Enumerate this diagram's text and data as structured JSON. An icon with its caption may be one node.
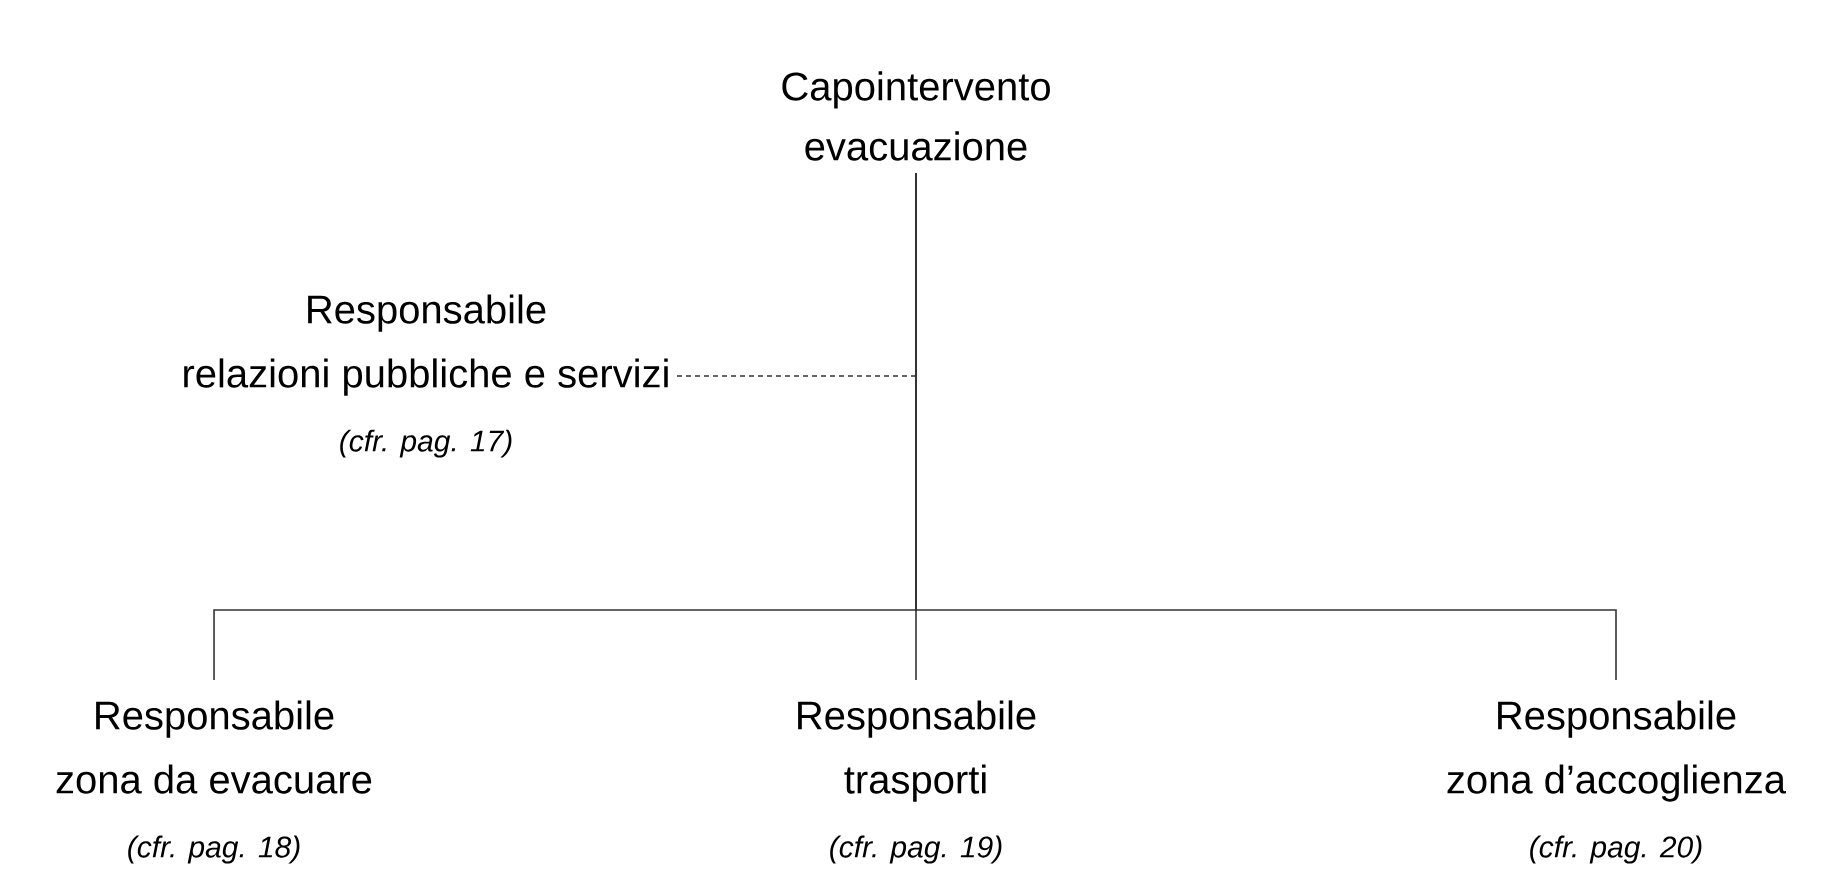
{
  "diagram": {
    "nodes": [
      {
        "text": [
          "Capointervento evacuazione"
        ]
      },
      {
        "text": [
          "Responsabile",
          "relazioni pubbliche e servizi"
        ],
        "beside": [
          "(cfr. pag. 17)"
        ]
      },
      {
        "text": [
          "Responsabile",
          "zona da evacuare"
        ],
        "beside": [
          "(cfr. pag. 18)"
        ]
      },
      {
        "text": [
          "Responsabile",
          "trasporti"
        ],
        "beside": [
          "(cfr. pag. 19)"
        ]
      },
      {
        "text": [
          "Responsabile",
          "zona d’accoglienza"
        ],
        "beside": [
          "(cfr. pag. 20)"
        ]
      }
    ],
    "edges": [
      {
        "from": 0,
        "to": 1,
        "arrow": "none",
        "style": "dashed"
      },
      {
        "from": 0,
        "to": 2,
        "arrow": "none"
      },
      {
        "from": 0,
        "to": 3,
        "arrow": "none"
      },
      {
        "from": 0,
        "to": 4,
        "arrow": "none"
      }
    ]
  }
}
